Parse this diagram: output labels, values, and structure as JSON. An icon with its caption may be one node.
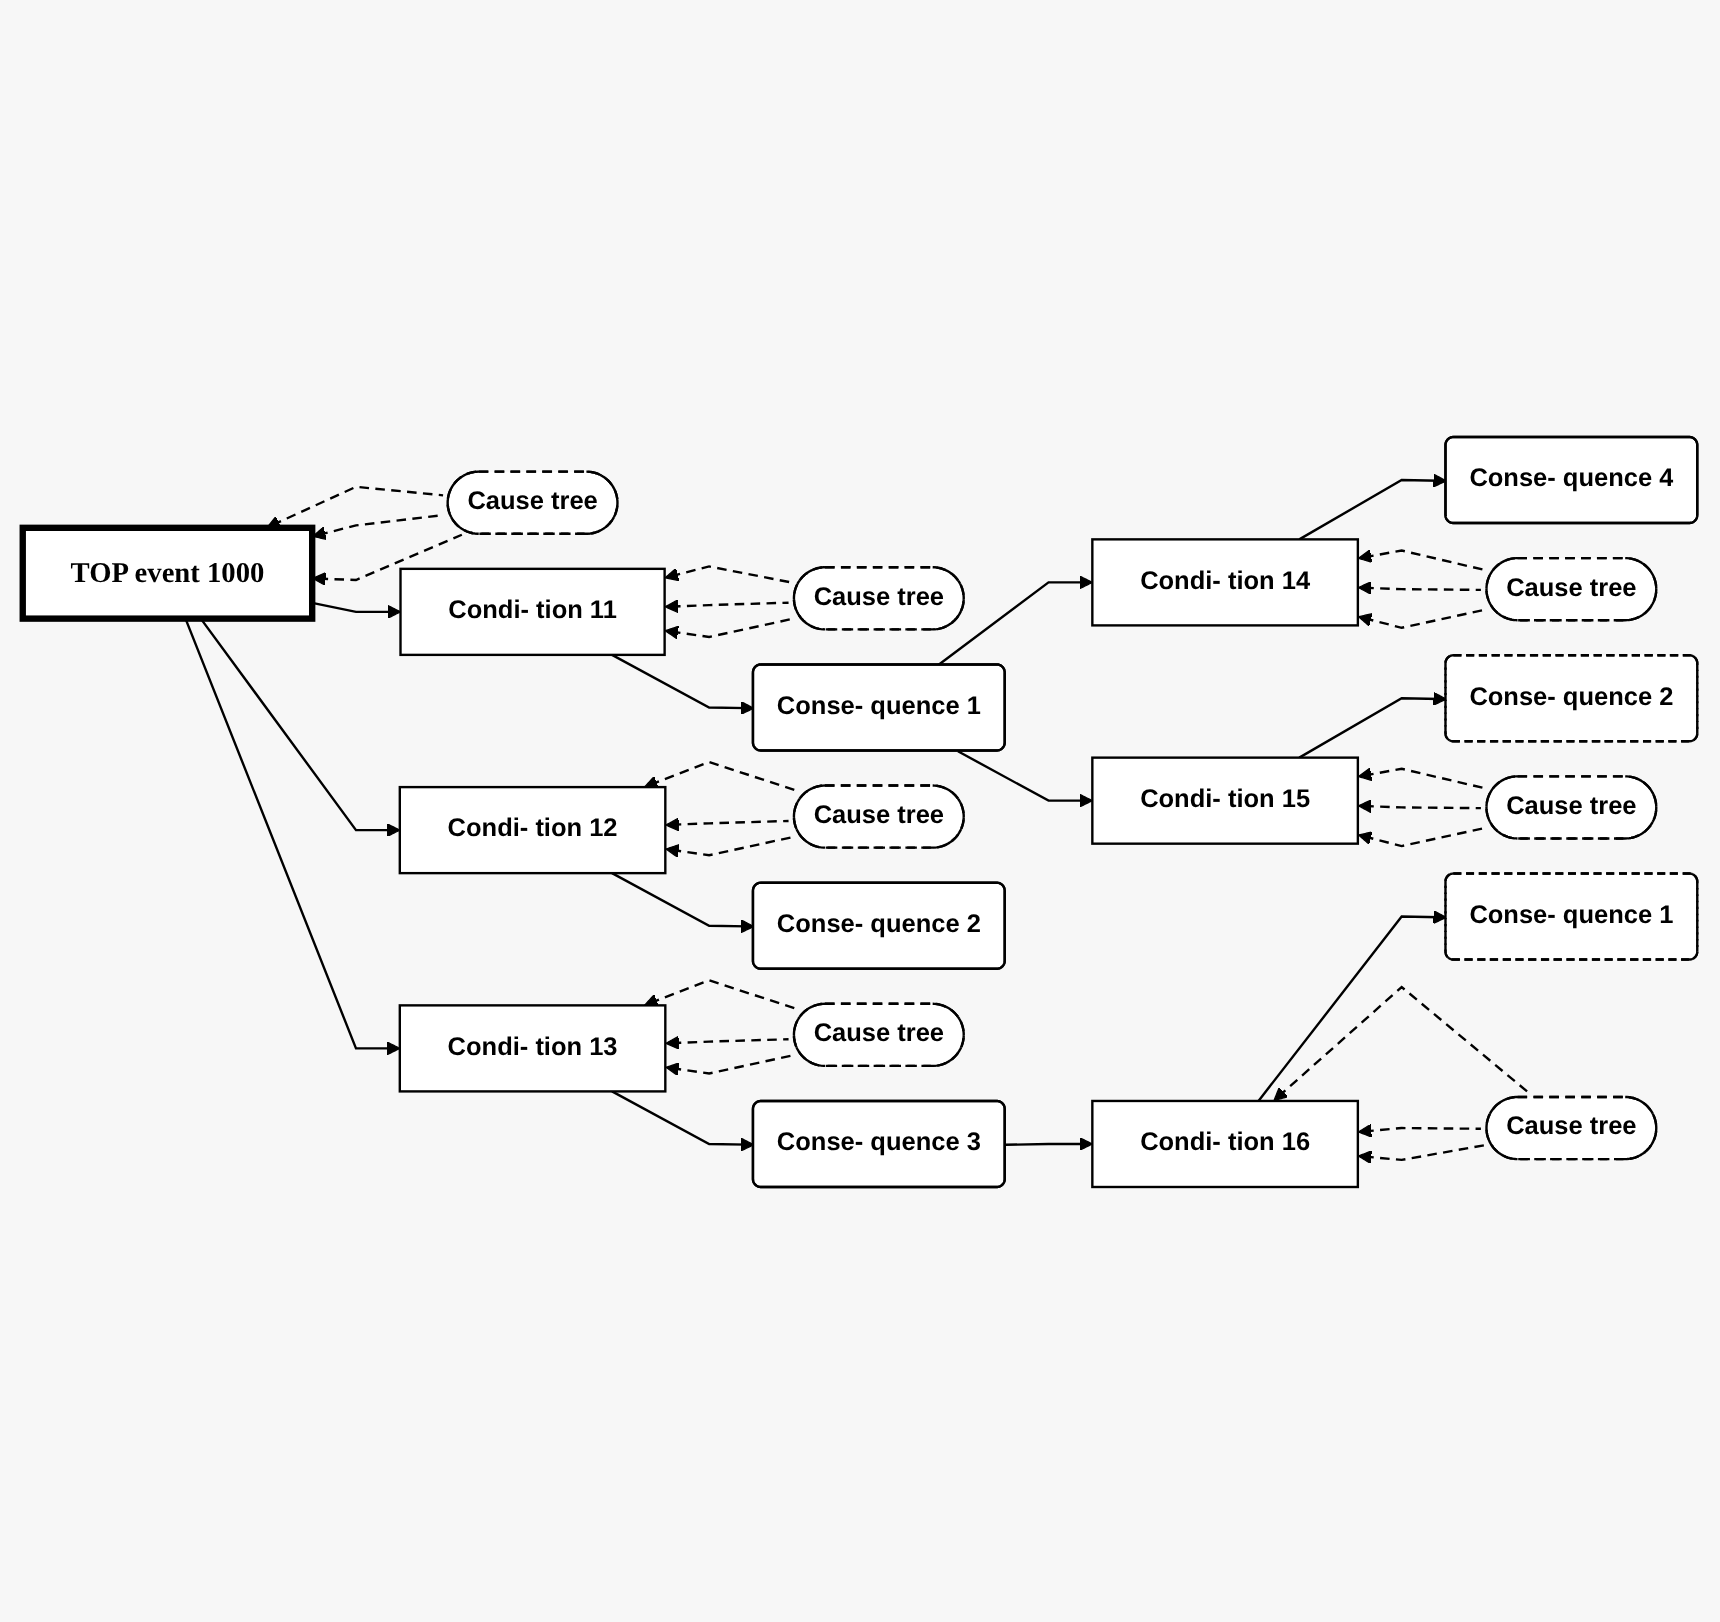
{
  "diagram": {
    "nodes": [
      {
        "text": [
          "TOP event 1000"
        ]
      },
      {
        "text": [
          "Cause tree"
        ]
      },
      {
        "text": [
          "Condi- tion 11"
        ]
      },
      {
        "text": [
          "Cause tree"
        ]
      },
      {
        "text": [
          "Conse- quence 1"
        ]
      },
      {
        "text": [
          "Condi- tion 14"
        ]
      },
      {
        "text": [
          "Cause tree"
        ]
      },
      {
        "text": [
          "Conse- quence 4"
        ]
      },
      {
        "text": [
          "Condi- tion 15"
        ]
      },
      {
        "text": [
          "Cause tree"
        ]
      },
      {
        "text": [
          "Conse- quence 2"
        ]
      },
      {
        "text": [
          "Condi- tion 12"
        ]
      },
      {
        "text": [
          "Cause tree"
        ]
      },
      {
        "text": [
          "Conse- quence 2"
        ]
      },
      {
        "text": [
          "Condi- tion 13"
        ]
      },
      {
        "text": [
          "Cause tree"
        ]
      },
      {
        "text": [
          "Conse- quence 3"
        ]
      },
      {
        "text": [
          "Condi- tion 16"
        ]
      },
      {
        "text": [
          "Cause tree"
        ]
      },
      {
        "text": [
          "Conse- quence 1"
        ]
      }
    ],
    "edges": [
      {
        "from": 0,
        "to": 2,
        "arrow": "to"
      },
      {
        "from": 0,
        "to": 11,
        "arrow": "to"
      },
      {
        "from": 0,
        "to": 14,
        "arrow": "to"
      },
      {
        "from": 1,
        "to": 0,
        "arrow": "to",
        "style": "dashed"
      },
      {
        "from": 1,
        "to": 0,
        "arrow": "to",
        "style": "dashed"
      },
      {
        "from": 1,
        "to": 0,
        "arrow": "to",
        "style": "dashed"
      },
      {
        "from": 2,
        "to": 4,
        "arrow": "to"
      },
      {
        "from": 3,
        "to": 2,
        "arrow": "to",
        "style": "dashed"
      },
      {
        "from": 3,
        "to": 2,
        "arrow": "to",
        "style": "dashed"
      },
      {
        "from": 3,
        "to": 2,
        "arrow": "to",
        "style": "dashed"
      },
      {
        "from": 4,
        "to": 5,
        "arrow": "to"
      },
      {
        "from": 4,
        "to": 8,
        "arrow": "to"
      },
      {
        "from": 5,
        "to": 7,
        "arrow": "to"
      },
      {
        "from": 6,
        "to": 5,
        "arrow": "to",
        "style": "dashed"
      },
      {
        "from": 6,
        "to": 5,
        "arrow": "to",
        "style": "dashed"
      },
      {
        "from": 6,
        "to": 5,
        "arrow": "to",
        "style": "dashed"
      },
      {
        "from": 8,
        "to": 10,
        "arrow": "to"
      },
      {
        "from": 9,
        "to": 8,
        "arrow": "to",
        "style": "dashed"
      },
      {
        "from": 9,
        "to": 8,
        "arrow": "to",
        "style": "dashed"
      },
      {
        "from": 9,
        "to": 8,
        "arrow": "to",
        "style": "dashed"
      },
      {
        "from": 11,
        "to": 13,
        "arrow": "to"
      },
      {
        "from": 12,
        "to": 11,
        "arrow": "to",
        "style": "dashed"
      },
      {
        "from": 12,
        "to": 11,
        "arrow": "to",
        "style": "dashed"
      },
      {
        "from": 12,
        "to": 11,
        "arrow": "to",
        "style": "dashed"
      },
      {
        "from": 14,
        "to": 16,
        "arrow": "to"
      },
      {
        "from": 15,
        "to": 14,
        "arrow": "to",
        "style": "dashed"
      },
      {
        "from": 15,
        "to": 14,
        "arrow": "to",
        "style": "dashed"
      },
      {
        "from": 15,
        "to": 14,
        "arrow": "to",
        "style": "dashed"
      },
      {
        "from": 16,
        "to": 17,
        "arrow": "to"
      },
      {
        "from": 17,
        "to": 19,
        "arrow": "to"
      },
      {
        "from": 18,
        "to": 17,
        "arrow": "to",
        "style": "dashed"
      },
      {
        "from": 18,
        "to": 17,
        "arrow": "to",
        "style": "dashed"
      },
      {
        "from": 18,
        "to": 17,
        "arrow": "to",
        "style": "dashed"
      }
    ]
  }
}
